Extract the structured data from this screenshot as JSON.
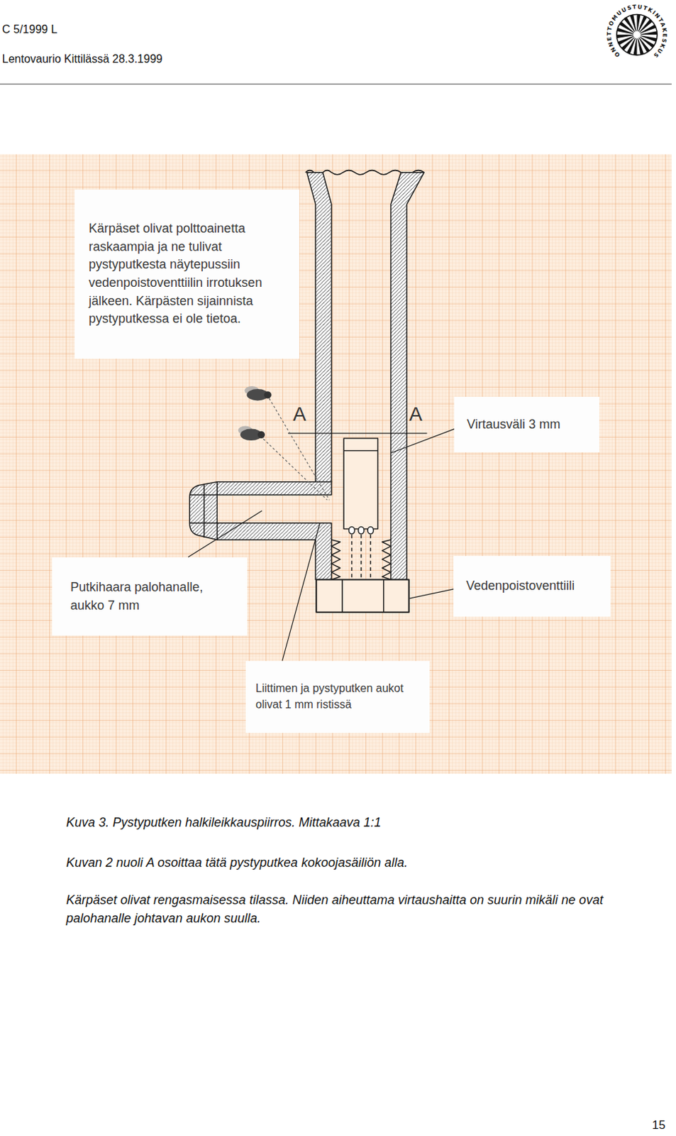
{
  "diagram": {
    "caption": "Kuva 3. Pystyputken halkileikkauspiirros. Mittakaava 1:1",
    "nodes": [
      {
        "text": [
          "Kärpäset olivat polttoainetta raskaampia ja ne tulivat pystyputkesta näytepussiin vedenpoistoventtiilin irrotuksen jälkeen. Kärpästen sijainnista pystyputkessa ei ole tietoa."
        ]
      },
      {
        "text": [
          "Virtausväli 3 mm"
        ]
      },
      {
        "text": [
          "Putkihaara palohanalle, aukko 7 mm"
        ]
      },
      {
        "text": [
          "Vedenpoistoventtiili"
        ]
      },
      {
        "text": [
          "Liittimen ja pystyputken aukot olivat 1 mm ristissä"
        ]
      }
    ],
    "labels": [
      "C 5/1999 L",
      "Lentovaurio Kittilässä 28.3.1999",
      "ONNETTOMUUSTUTKINTAKESKUS",
      "A",
      "A",
      "Kuvan 2 nuoli A osoittaa tätä pystyputkea kokoojasäiliön alla.",
      "Kärpäset olivat rengasmaisessa tilassa. Niiden aiheuttama virtaushaitta on suurin mikäli ne ovat palohanalle johtavan aukon suulla.",
      "15"
    ]
  }
}
